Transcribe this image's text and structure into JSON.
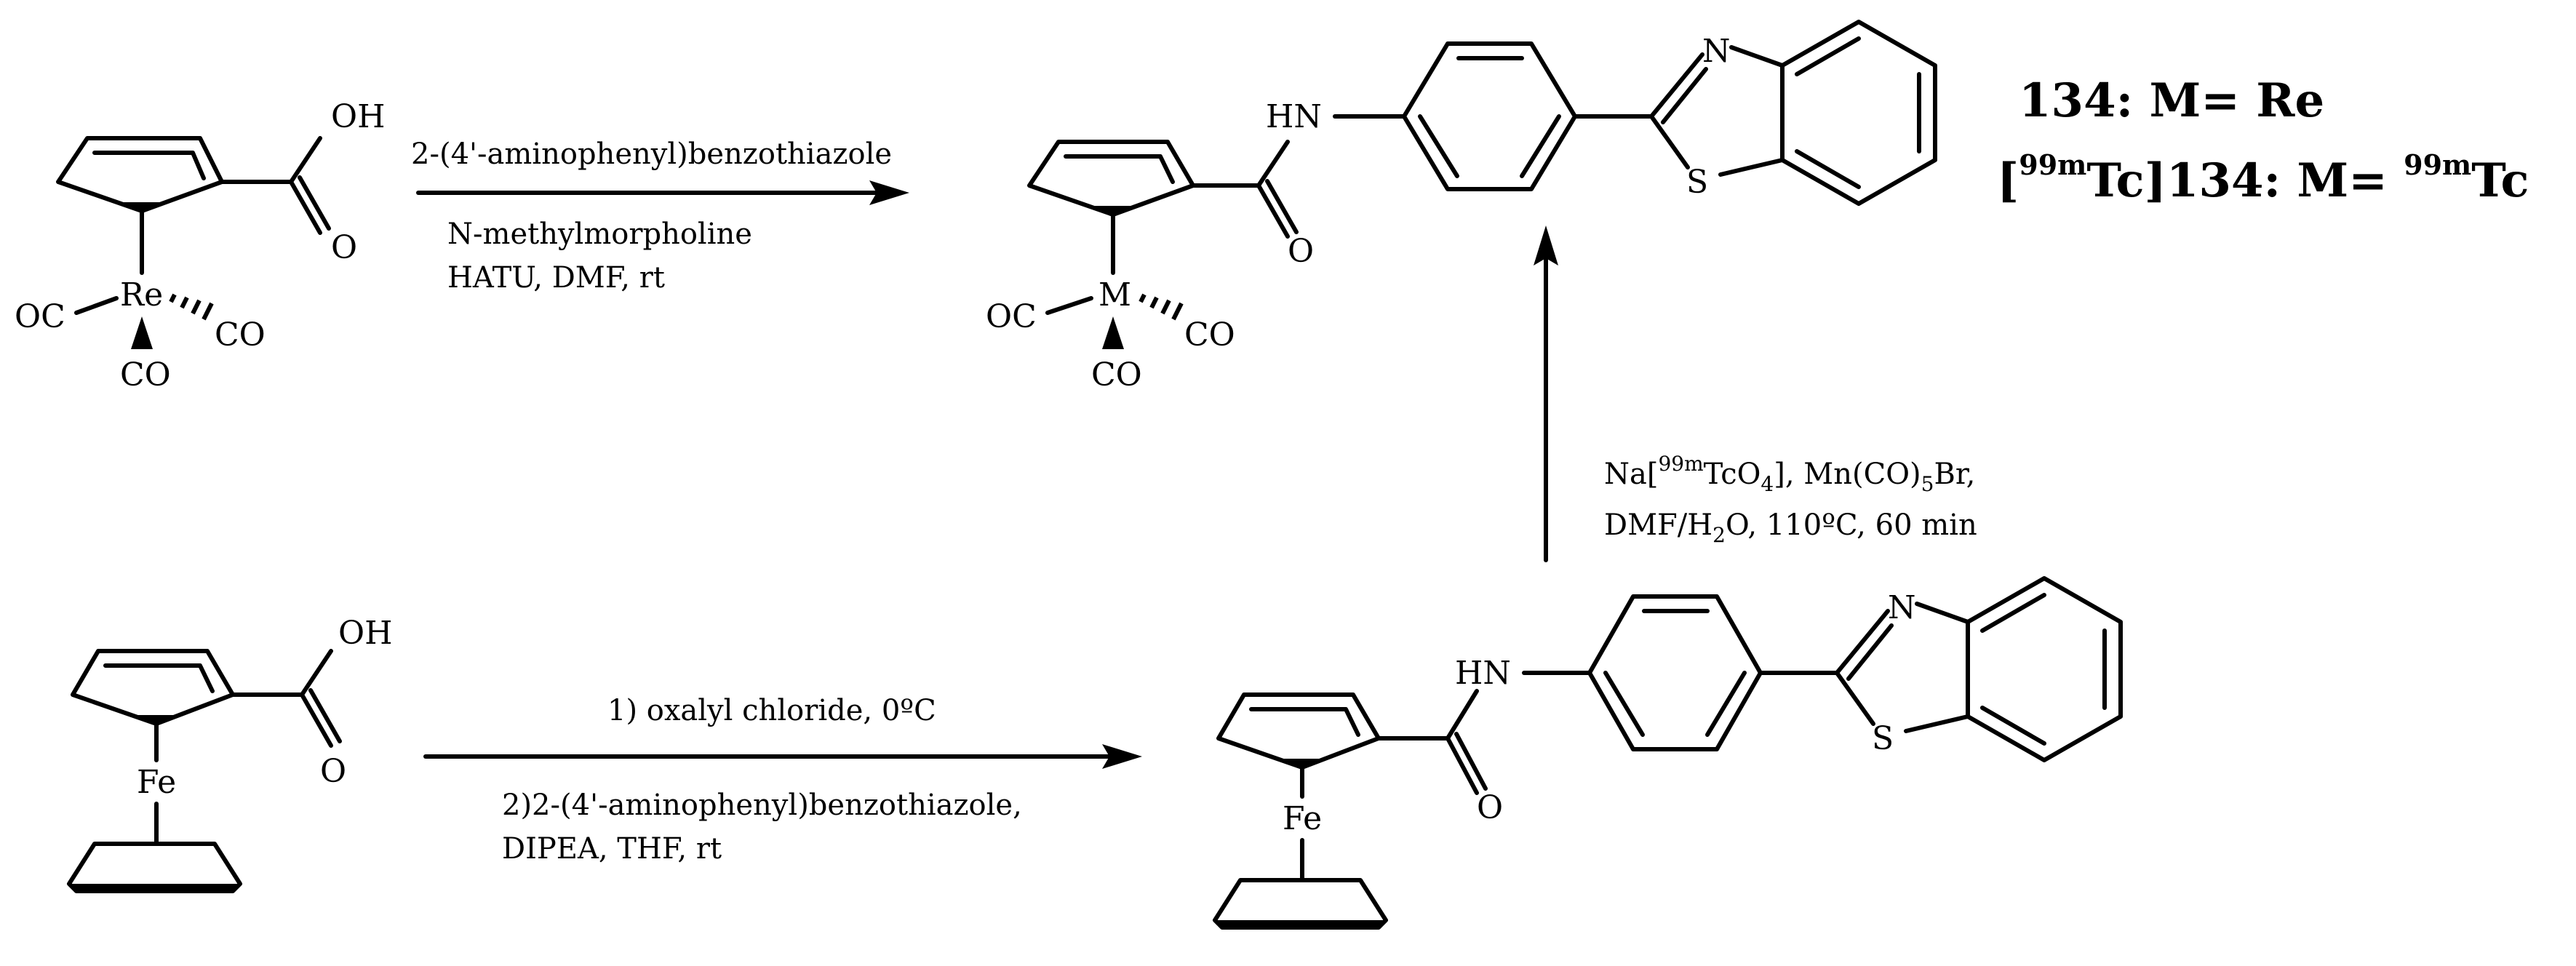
{
  "atoms": {
    "oh": "OH",
    "o": "O",
    "re": "Re",
    "m": "M",
    "fe": "Fe",
    "oc": "OC",
    "co": "CO",
    "hn": "HN",
    "n": "N",
    "s": "S"
  },
  "reaction_top": {
    "line1": "2-(4'-aminophenyl)benzothiazole",
    "line2": "N-methylmorpholine",
    "line3": "HATU, DMF, rt"
  },
  "reaction_bottom": {
    "line1": "1) oxalyl chloride, 0ºC",
    "line2": "2)2-(4'-aminophenyl)benzothiazole,",
    "line3": "DIPEA, THF, rt"
  },
  "reaction_vertical": {
    "line1_a": "Na[",
    "line1_sup1": "99m",
    "line1_b": "TcO",
    "line1_sub1": "4",
    "line1_c": "], Mn(CO)",
    "line1_sub2": "5",
    "line1_d": "Br,",
    "line2_a": "DMF/H",
    "line2_sub": "2",
    "line2_b": "O, 110ºC, 60 min"
  },
  "compound_labels": {
    "label1": "134: M= Re",
    "label2_open": "[",
    "label2_sup1": "99m",
    "label2_mid": "Tc]134: M= ",
    "label2_sup2": "99m",
    "label2_end": "Tc"
  }
}
